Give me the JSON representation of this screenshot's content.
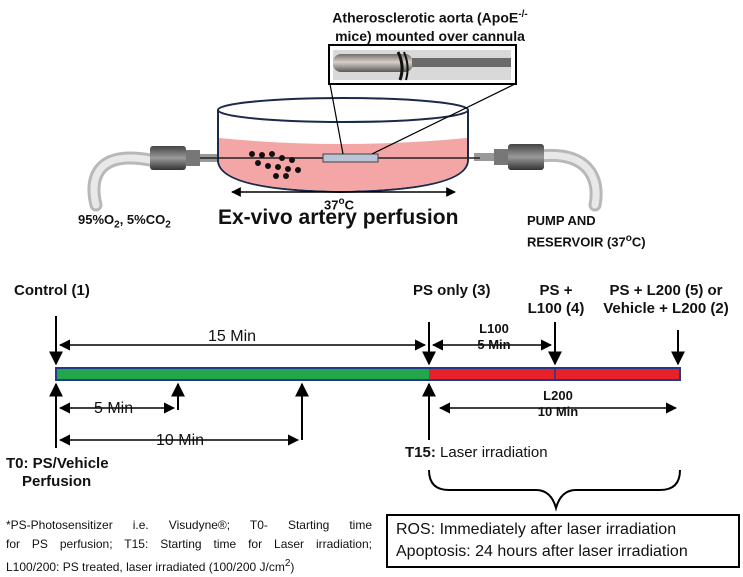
{
  "setup": {
    "aorta_label_line1_pre": "Atherosclerotic aorta (ApoE",
    "aorta_label_sup": "-/-",
    "aorta_label_line2": "mice) mounted over cannula",
    "gas_pre": "95%O",
    "gas_sub1": "2",
    "gas_mid": ", 5%CO",
    "gas_sub2": "2",
    "temp_pre": "37",
    "temp_sup": "o",
    "temp_post": "C",
    "title": "Ex-vivo artery perfusion",
    "pump_line1": "PUMP AND",
    "pump_line2_pre": "RESERVOIR (37",
    "pump_line2_sup": "o",
    "pump_line2_post": "C)"
  },
  "timeline": {
    "control": "Control (1)",
    "ps_only": "PS only (3)",
    "ps_l100_line1": "PS +",
    "ps_l100_line2": "L100 (4)",
    "ps_l200_line1": "PS + L200 (5) or",
    "ps_l200_line2": "Vehicle + L200 (2)",
    "dur_15": "15 Min",
    "dur_5": "5 Min",
    "dur_10": "10 Min",
    "l100_line1": "L100",
    "l100_line2": "5 Min",
    "l200_line1": "L200",
    "l200_line2": "10 Min",
    "t0_line1": "T0: PS/Vehicle",
    "t0_line2": "Perfusion",
    "t15_bold": "T15:",
    "t15_rest": " Laser irradiation",
    "colors": {
      "green_phase": "#22a84a",
      "red_phase": "#e8202a",
      "border": "#1f3a8a"
    }
  },
  "outcome": {
    "line1": "ROS: Immediately after laser irradiation",
    "line2": "Apoptosis: 24 hours after laser irradiation"
  },
  "footnote": {
    "line1": "*PS-Photosensitizer i.e. Visudyne®; T0- Starting time",
    "line2": "for PS perfusion; T15: Starting time for Laser irradiation;",
    "line3_pre": "L100/200: PS treated, laser irradiated (100/200 J/cm",
    "line3_sup": "2",
    "line3_post": ")"
  }
}
